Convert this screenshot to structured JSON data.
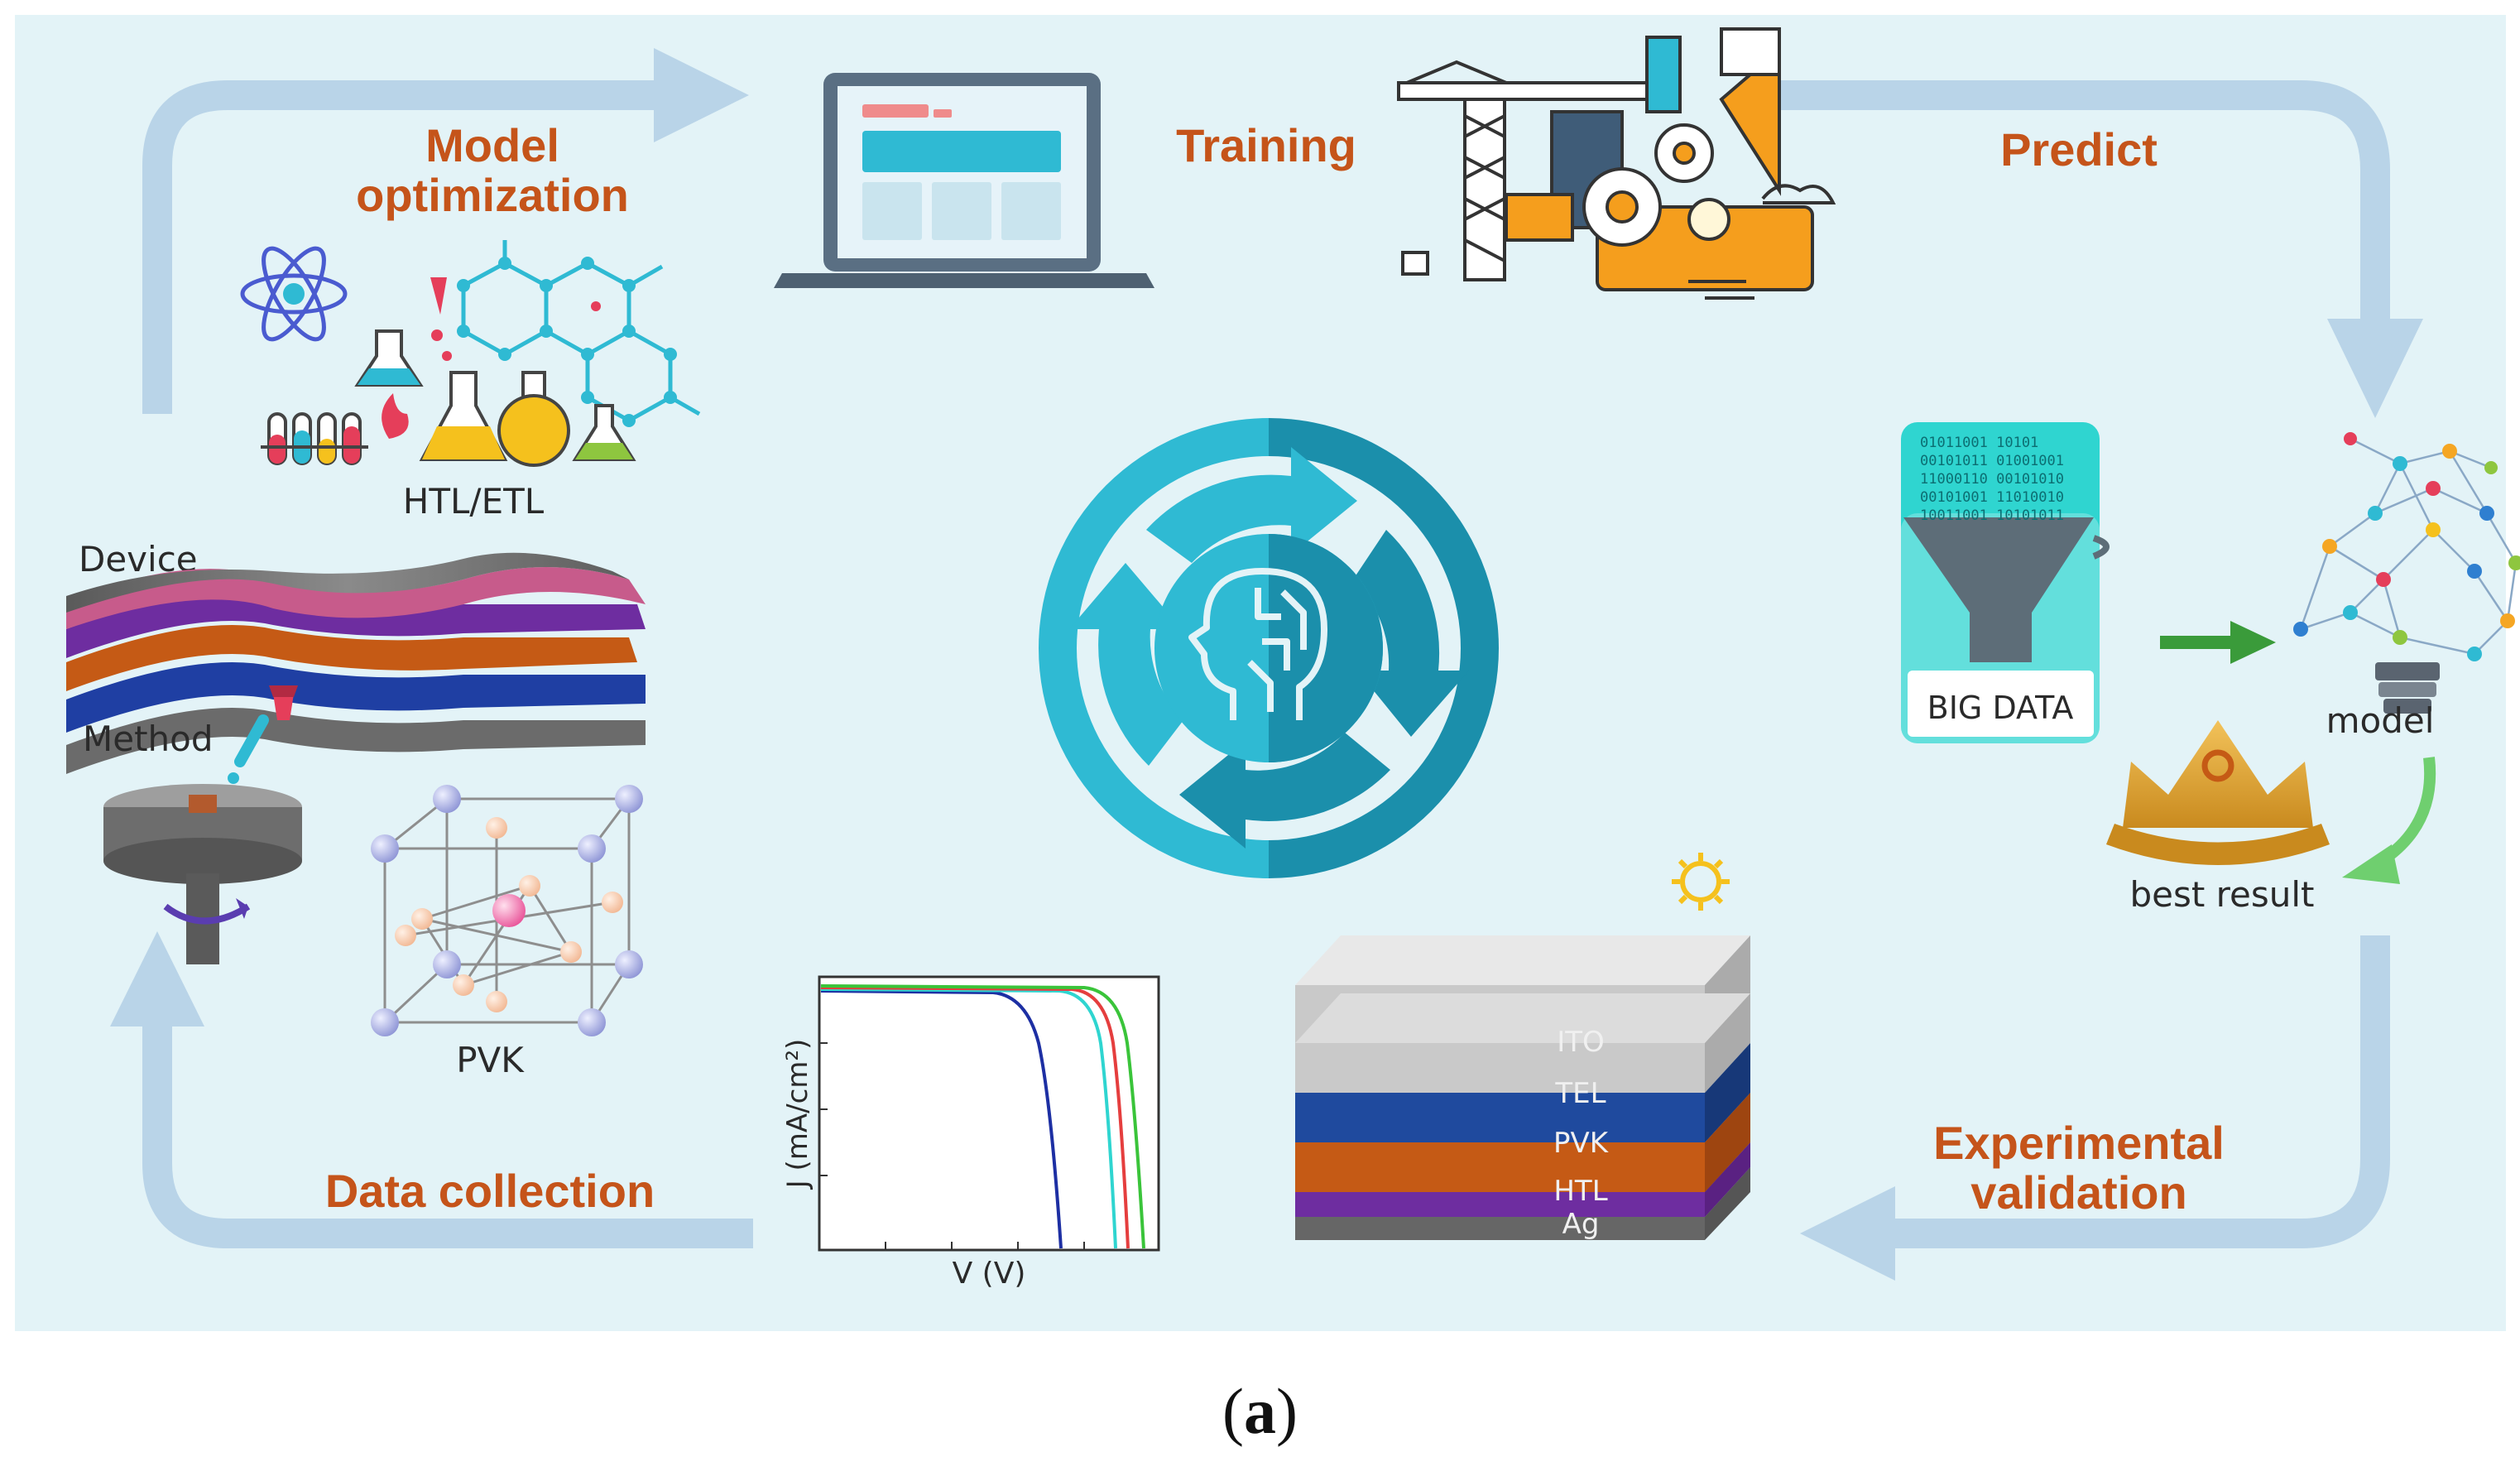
{
  "stages": {
    "model_optimization_line1": "Model",
    "model_optimization_line2": "optimization",
    "training": "Training",
    "predict": "Predict",
    "experimental_validation_line1": "Experimental",
    "experimental_validation_line2": "validation",
    "data_collection": "Data collection"
  },
  "labels": {
    "htl_etl": "HTL/ETL",
    "device": "Device",
    "method": "Method",
    "pvk": "PVK",
    "big_data": "BIG DATA",
    "model": "model",
    "best_result": "best result"
  },
  "jv_plot": {
    "ylabel": "J (mA/cm²)",
    "xlabel": "V (V)"
  },
  "device_stack": {
    "layers": [
      "ITO",
      "TEL",
      "PVK",
      "HTL",
      "Ag"
    ]
  },
  "big_data_code_lines": [
    "01011001 10101",
    "00101011 01001001",
    "11000110 00101010",
    "00101001 11010010",
    "10011001 10101011"
  ],
  "caption": {
    "open": "(",
    "letter": "a",
    "close": ")"
  },
  "colors": {
    "background": "#e3f3f7",
    "arrow": "#b9d4e8",
    "stage_text": "#c5541a",
    "center_dark": "#1b8fab",
    "center_light": "#2fbad3"
  }
}
